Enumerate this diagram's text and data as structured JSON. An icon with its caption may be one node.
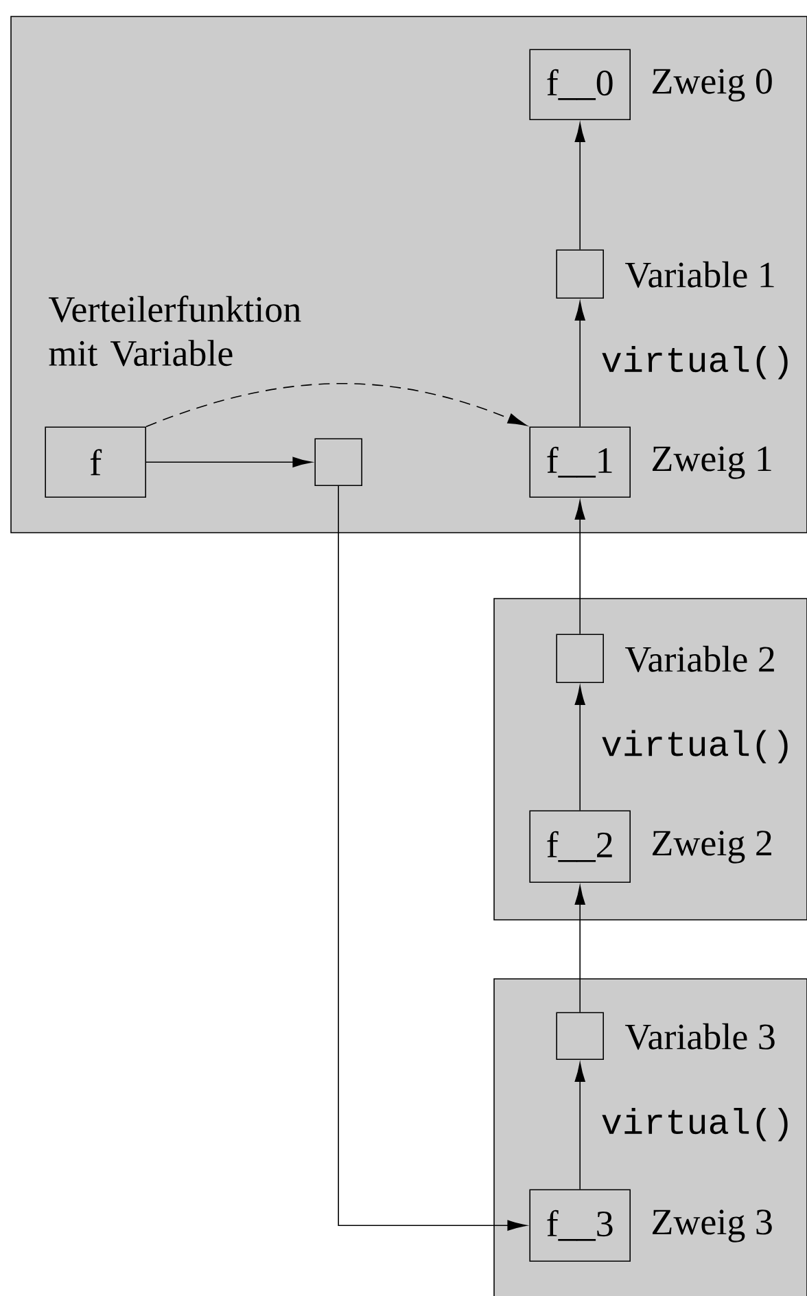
{
  "diagram": {
    "nodes": [
      {
        "text": [],
        "shape": "box"
      },
      {
        "text": [
          "f__0"
        ],
        "beside": [
          "Zweig 0"
        ],
        "in": 0
      },
      {
        "text": [],
        "shape": "box",
        "beside": [
          "Variable 1"
        ],
        "in": 0
      },
      {
        "text": [
          "f"
        ],
        "beside": [
          "Verteilerfunktion mit Variable"
        ],
        "in": 0
      },
      {
        "text": [],
        "shape": "box",
        "in": 0
      },
      {
        "text": [
          "f__1"
        ],
        "beside": [
          "Zweig 1"
        ],
        "in": 0
      },
      {
        "text": [],
        "shape": "box"
      },
      {
        "text": [],
        "shape": "box",
        "beside": [
          "Variable 2"
        ],
        "in": 6
      },
      {
        "text": [
          "f__2"
        ],
        "beside": [
          "Zweig 2"
        ],
        "in": 6
      },
      {
        "text": [],
        "shape": "box"
      },
      {
        "text": [],
        "shape": "box",
        "beside": [
          "Variable 3"
        ],
        "in": 9
      },
      {
        "text": [
          "f__3"
        ],
        "beside": [
          "Zweig 3"
        ],
        "in": 9
      }
    ],
    "edges": [
      {
        "from": 2,
        "to": 1,
        "arrow": "to"
      },
      {
        "from": 5,
        "to": 2,
        "arrow": "to",
        "label": "virtual()"
      },
      {
        "from": 3,
        "to": 5,
        "arrow": "to",
        "style": "dashed"
      },
      {
        "from": 3,
        "to": 4,
        "arrow": "to"
      },
      {
        "from": 4,
        "to": 11,
        "arrow": "to"
      },
      {
        "from": 7,
        "to": 5,
        "arrow": "to"
      },
      {
        "from": 8,
        "to": 7,
        "arrow": "to",
        "label": "virtual()"
      },
      {
        "from": 10,
        "to": 8,
        "arrow": "to"
      },
      {
        "from": 11,
        "to": 10,
        "arrow": "to",
        "label": "virtual()"
      }
    ]
  }
}
